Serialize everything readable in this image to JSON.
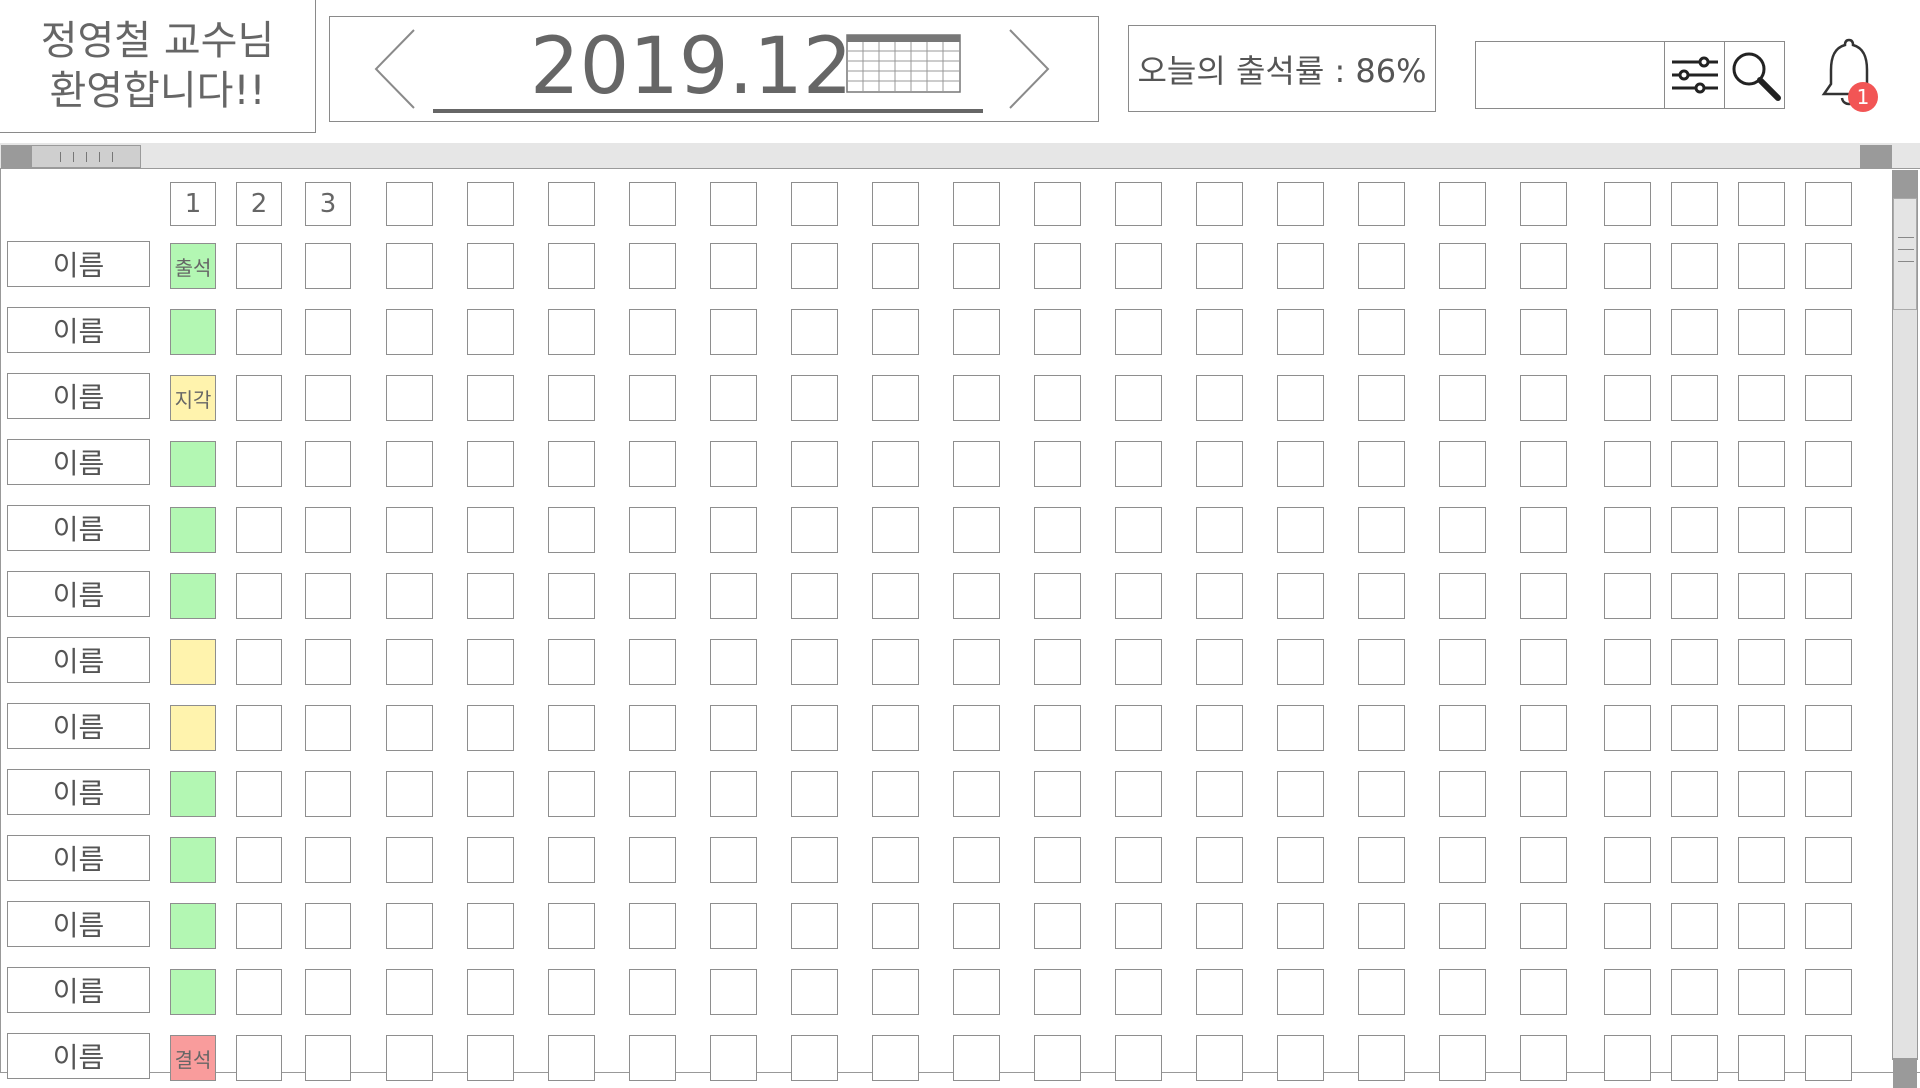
{
  "header": {
    "welcome_line1": "정영철 교수님",
    "welcome_line2": "환영합니다!!",
    "month": "2019.12",
    "attendance_rate": "오늘의 출석률 : 86%",
    "search_placeholder": "",
    "notification_count": "1"
  },
  "icons": {
    "prev": "chevron-left-icon",
    "next": "chevron-right-icon",
    "calendar": "calendar-icon",
    "filter": "sliders-icon",
    "search": "search-icon",
    "bell": "bell-icon"
  },
  "colors": {
    "present": "#b3f7b3",
    "late": "#fff3ad",
    "absent": "#f99c9c",
    "badge": "#f25555"
  },
  "grid": {
    "day_headers": [
      "1",
      "2",
      "3",
      "",
      "",
      "",
      "",
      "",
      "",
      "",
      "",
      "",
      "",
      "",
      "",
      "",
      "",
      "",
      "",
      "",
      "",
      ""
    ],
    "rows": [
      {
        "name": "이름",
        "day1_status": "present",
        "day1_label": "출석"
      },
      {
        "name": "이름",
        "day1_status": "present",
        "day1_label": ""
      },
      {
        "name": "이름",
        "day1_status": "late",
        "day1_label": "지각"
      },
      {
        "name": "이름",
        "day1_status": "present",
        "day1_label": ""
      },
      {
        "name": "이름",
        "day1_status": "present",
        "day1_label": ""
      },
      {
        "name": "이름",
        "day1_status": "present",
        "day1_label": ""
      },
      {
        "name": "이름",
        "day1_status": "late",
        "day1_label": ""
      },
      {
        "name": "이름",
        "day1_status": "late",
        "day1_label": ""
      },
      {
        "name": "이름",
        "day1_status": "present",
        "day1_label": ""
      },
      {
        "name": "이름",
        "day1_status": "present",
        "day1_label": ""
      },
      {
        "name": "이름",
        "day1_status": "present",
        "day1_label": ""
      },
      {
        "name": "이름",
        "day1_status": "present",
        "day1_label": ""
      },
      {
        "name": "이름",
        "day1_status": "absent",
        "day1_label": "결석"
      }
    ]
  }
}
